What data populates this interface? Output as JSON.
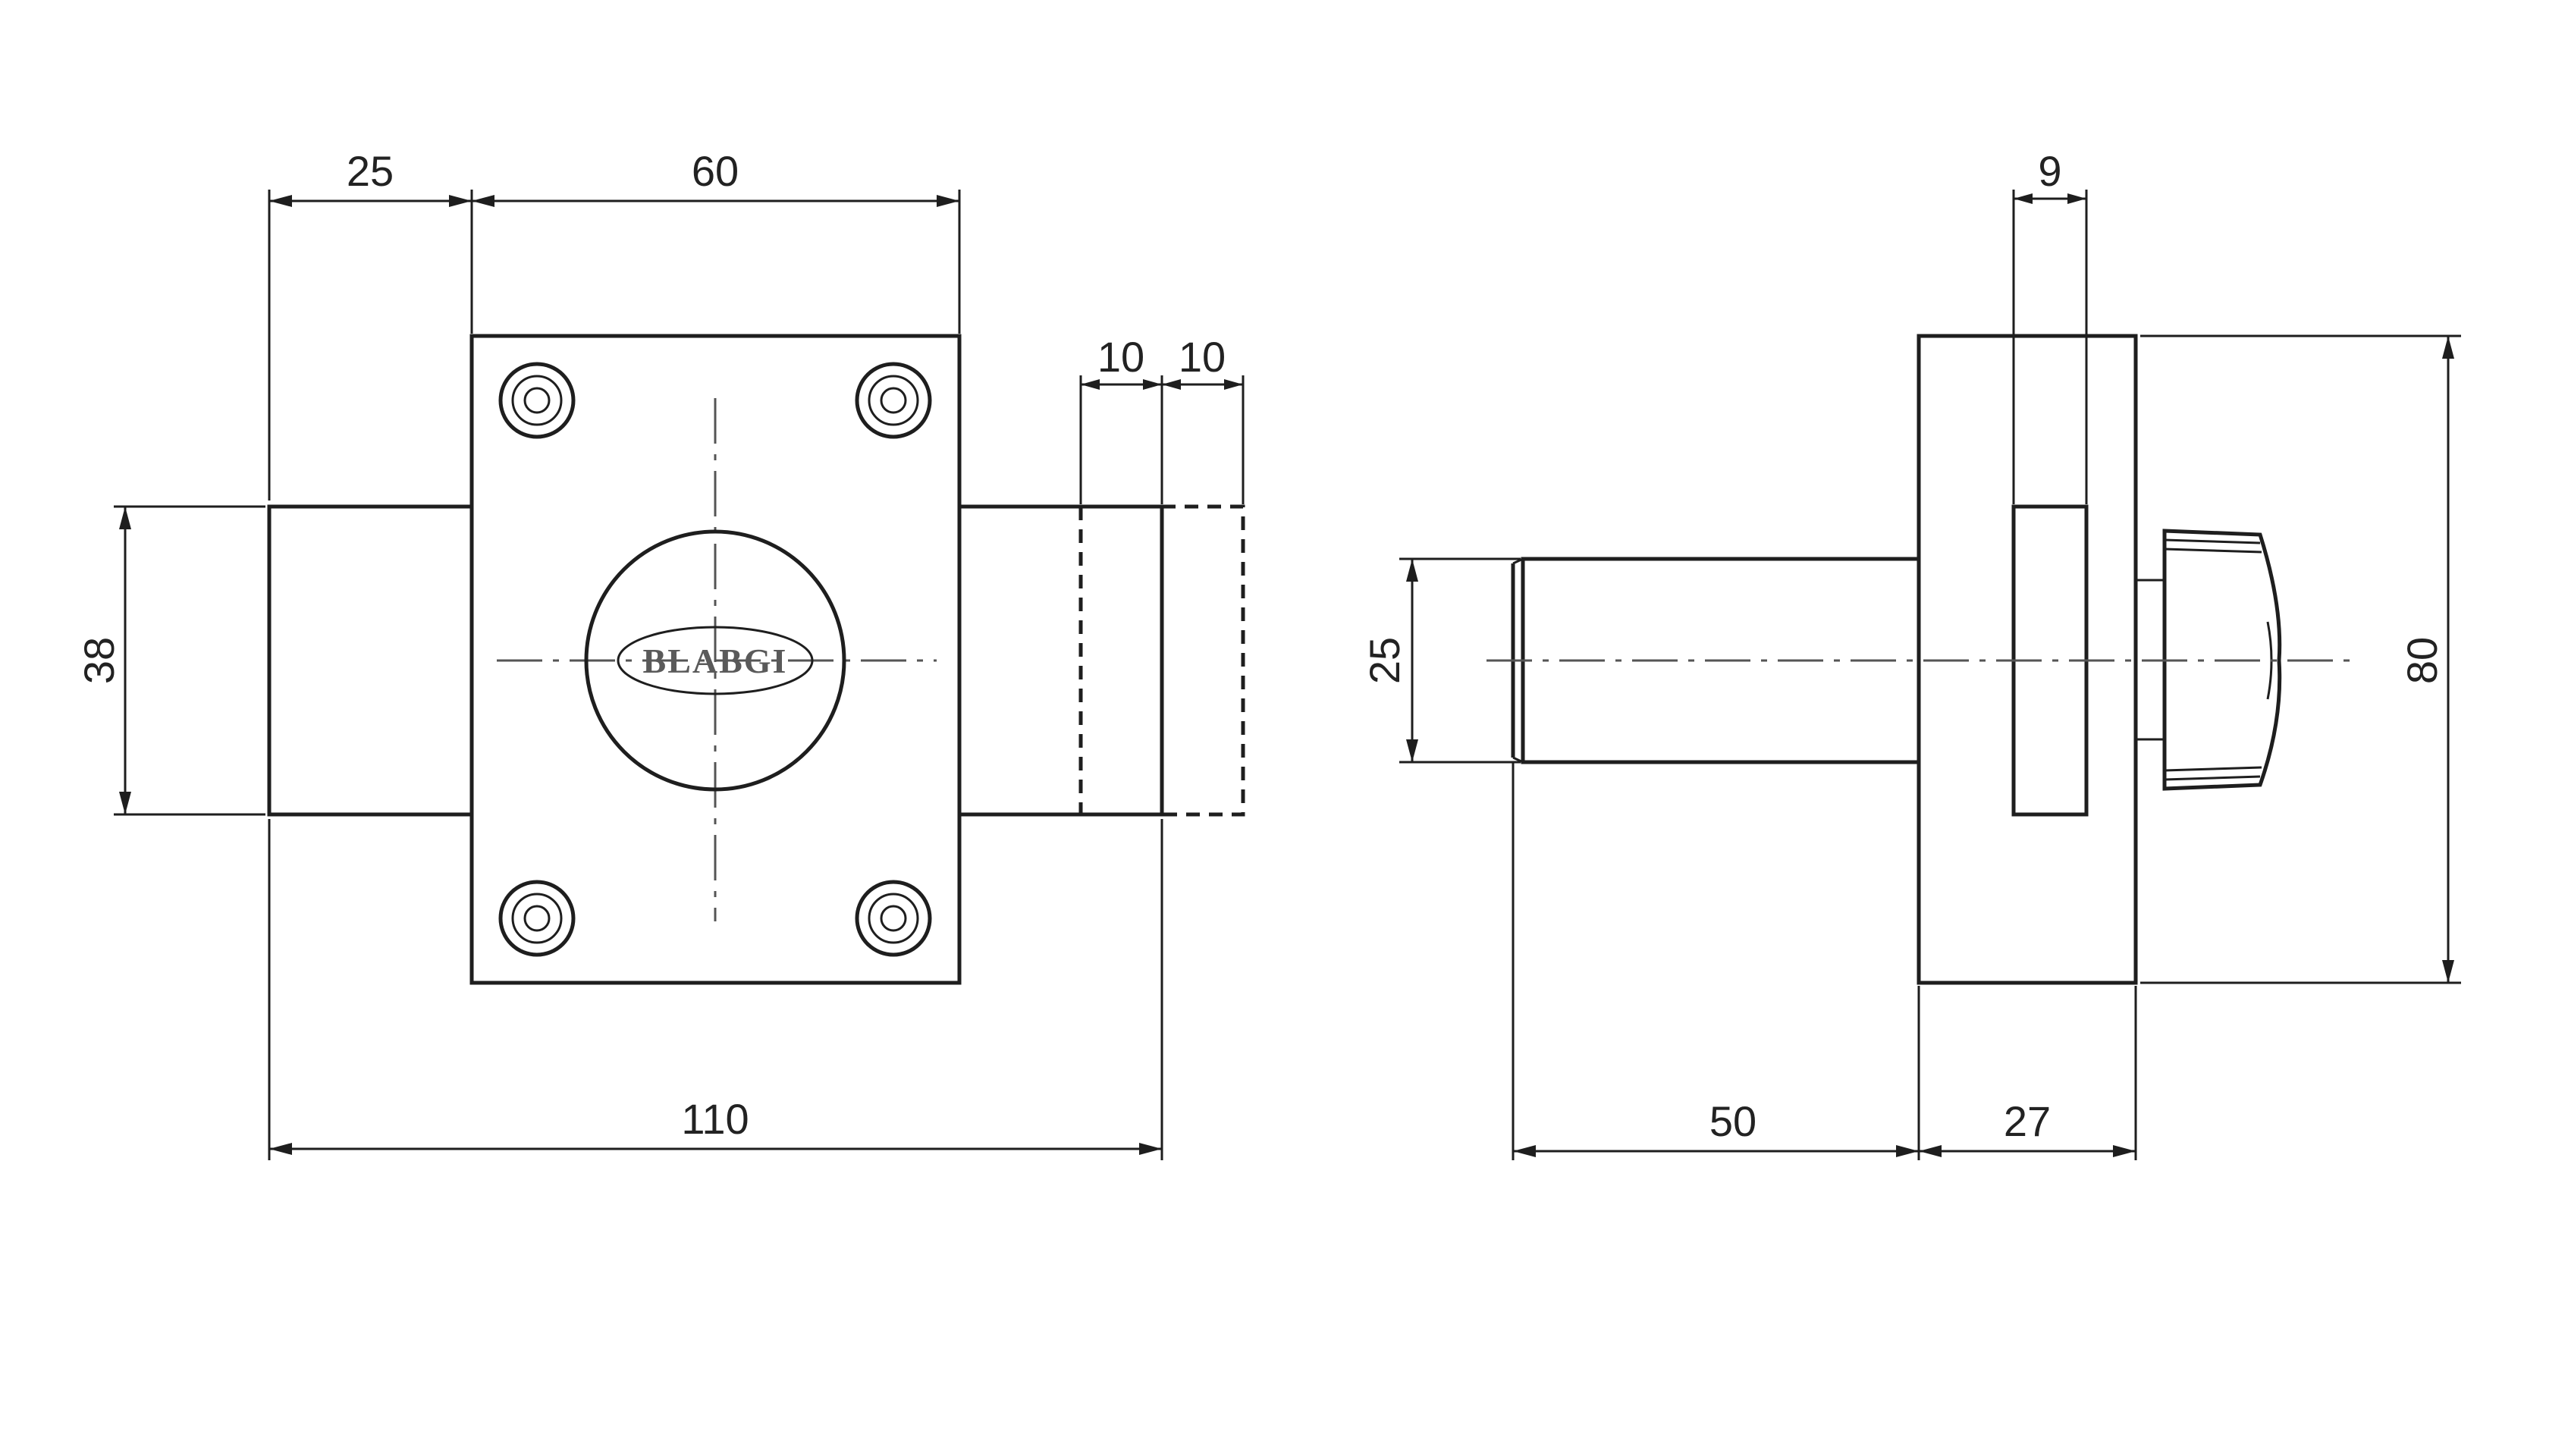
{
  "front_view": {
    "logo_text": "BLABGI",
    "dimensions": {
      "left_bolt_width": "25",
      "plate_width": "60",
      "throw_1": "10",
      "throw_2": "10",
      "bolt_height": "38",
      "overall_width": "110"
    }
  },
  "side_view": {
    "dimensions": {
      "slot_width": "9",
      "cylinder_diameter": "25",
      "plate_height": "80",
      "cylinder_length": "50",
      "body_depth": "27"
    }
  }
}
